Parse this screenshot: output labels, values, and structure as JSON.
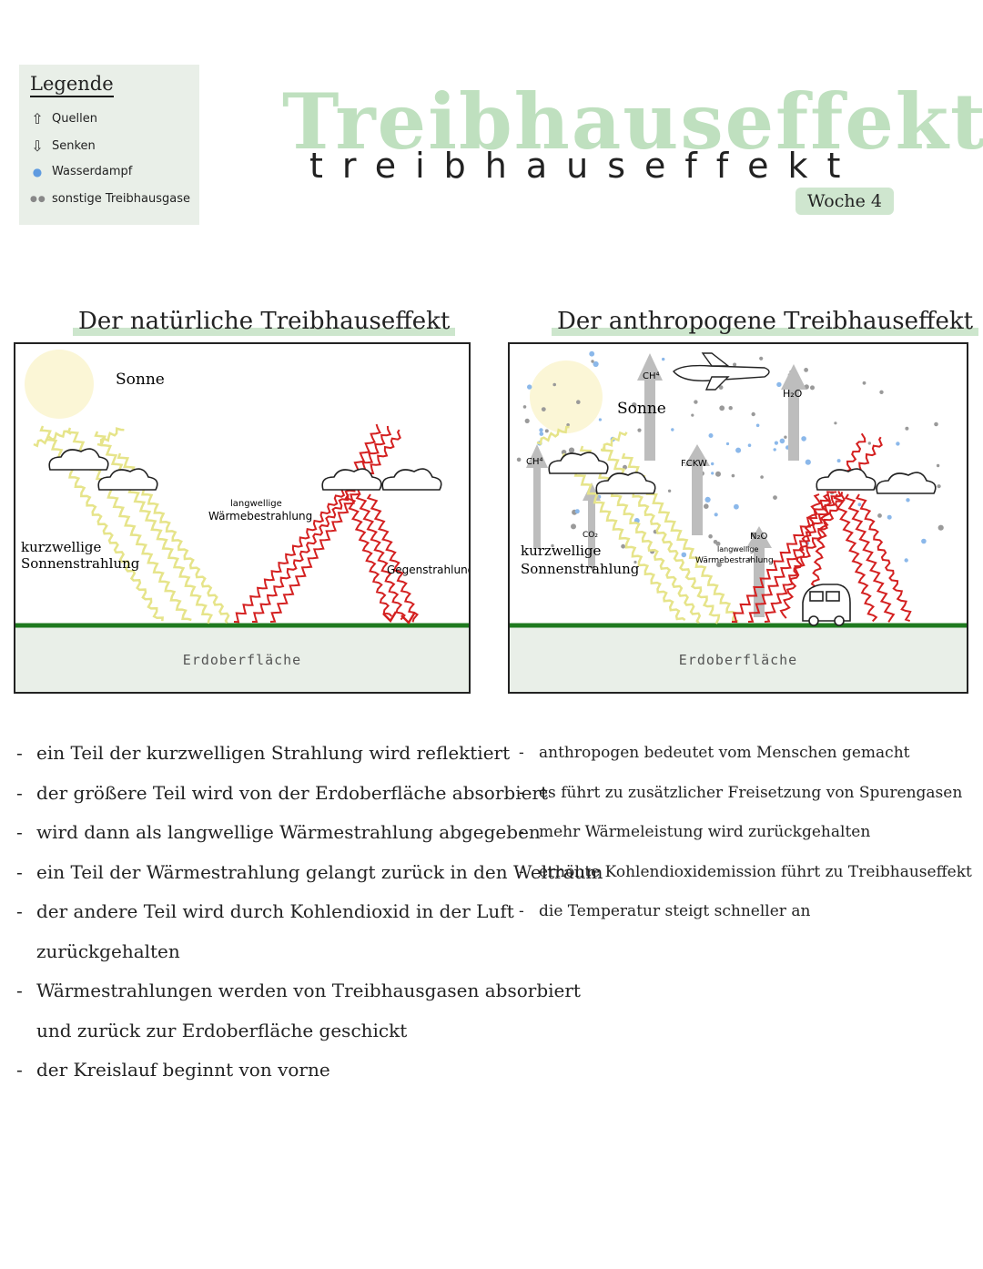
{
  "legend": {
    "title": "Legende",
    "items": [
      {
        "symbol": "up-arrow-icon",
        "label": "Quellen"
      },
      {
        "symbol": "down-arrow-icon",
        "label": "Senken"
      },
      {
        "symbol": "blue-dot-icon",
        "label": "Wasserdampf"
      },
      {
        "symbol": "grey-dots-icon",
        "label": "sonstige Treibhausgase"
      }
    ]
  },
  "header": {
    "big_title": "Treibhauseffekt",
    "spaced_title": "treibhauseffekt",
    "week": "Woche 4"
  },
  "colors": {
    "accent_green": "#bfe0bf",
    "ground_green": "#1f7a1f",
    "ground_fill": "#e9efe8",
    "sun": "#fbf6d6",
    "shortwave": "#e6e48a",
    "longwave": "#d42020",
    "water_vapor": "#8bb8ea",
    "other_gas": "#9a9a9a"
  },
  "natural": {
    "title": "Der natürliche Treibhauseffekt",
    "sun": "Sonne",
    "shortwave": [
      "kurzwellige",
      "Sonnenstrahlung"
    ],
    "longwave": [
      "langwellige",
      "Wärmebestrahlung"
    ],
    "counter": "Gegenstrahlung",
    "ground": "Erdoberfläche",
    "notes": [
      {
        "dash": "-",
        "text": "ein Teil der kurzwelligen Strahlung wird reflektiert"
      },
      {
        "dash": "-",
        "text": "der größere Teil wird von der Erdoberfläche absorbiert"
      },
      {
        "dash": "-",
        "text": "wird dann als langwellige Wärmestrahlung abgegeben"
      },
      {
        "dash": "-",
        "text": "ein Teil der Wärmestrahlung gelangt zurück in den Weltraum"
      },
      {
        "dash": "-",
        "text": "der andere Teil wird durch Kohlendioxid in der Luft"
      },
      {
        "dash": "",
        "text": "zurückgehalten"
      },
      {
        "dash": "-",
        "text": "Wärmestrahlungen werden von Treibhausgasen absorbiert"
      },
      {
        "dash": "",
        "text": "und zurück zur Erdoberfläche geschickt"
      },
      {
        "dash": "-",
        "text": "der Kreislauf beginnt von vorne"
      }
    ]
  },
  "anthro": {
    "title": "Der anthropogene Treibhauseffekt",
    "sun": "Sonne",
    "shortwave": [
      "kurzwellige",
      "Sonnenstrahlung"
    ],
    "longwave": [
      "langwellige",
      "Wärmebestrahlung"
    ],
    "gas_ch4": "CH⁴",
    "gas_ch4_left": "CH⁴",
    "gas_fckw": "FCKW",
    "gas_h2o": "H₂O",
    "gas_co2": "CO₂",
    "gas_n2o": "N₂O",
    "ground": "Erdoberfläche",
    "notes": [
      {
        "dash": "-",
        "text": "anthropogen bedeutet vom Menschen gemacht"
      },
      {
        "dash": "-",
        "text": "es führt zu zusätzlicher Freisetzung von Spurengasen"
      },
      {
        "dash": "-",
        "text": "mehr Wärmeleistung wird zurückgehalten"
      },
      {
        "dash": "-",
        "text": "erhöhte Kohlendioxidemission führt zu Treibhauseffekt"
      },
      {
        "dash": "-",
        "text": "die Temperatur steigt schneller an"
      }
    ]
  }
}
